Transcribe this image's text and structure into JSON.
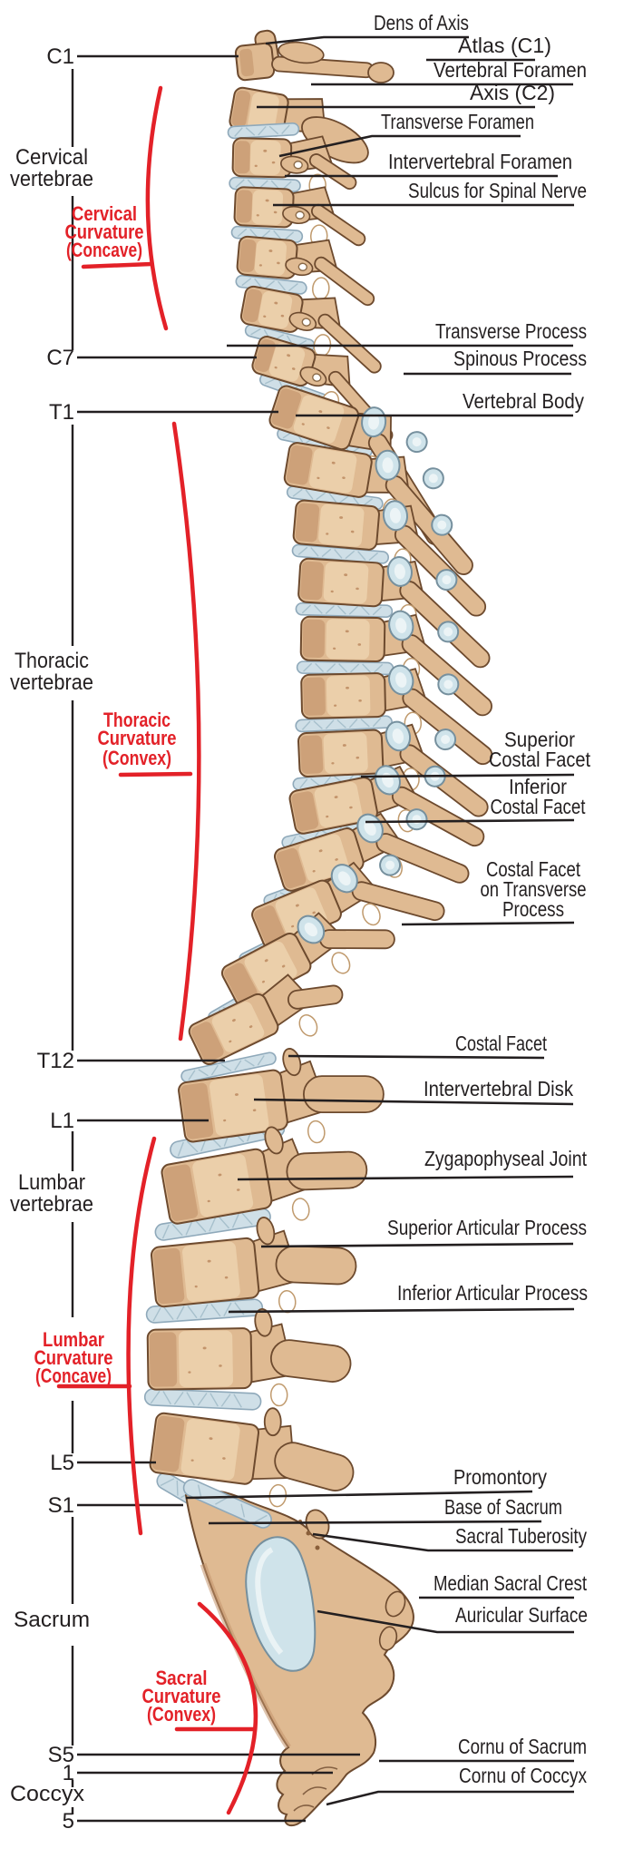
{
  "figure": {
    "kind": "anatomical-diagram",
    "view": "vertebral column, lateral view"
  },
  "colors": {
    "background": "#ffffff",
    "label_text": "#231f20",
    "leader_line": "#231f20",
    "curvature_red": "#e32128",
    "bone_fill": "#dfba92",
    "bone_highlight": "#eed4b0",
    "bone_shadow": "#c3946b",
    "bone_outline": "#6d4a2e",
    "disk_fill": "#cfdfe7",
    "disk_stroke": "#8fa9ba",
    "disk_hatch": "#a7c0cc",
    "facet_fill": "#cfe3ea",
    "facet_stroke": "#76909e",
    "facet_highlight": "#ecf4f6"
  },
  "left_markers": [
    {
      "id": "c1",
      "text": "C1"
    },
    {
      "id": "c7",
      "text": "C7"
    },
    {
      "id": "t1",
      "text": "T1"
    },
    {
      "id": "t12",
      "text": "T12"
    },
    {
      "id": "l1",
      "text": "L1"
    },
    {
      "id": "l5",
      "text": "L5"
    },
    {
      "id": "s1",
      "text": "S1"
    },
    {
      "id": "s5",
      "text": "S5"
    },
    {
      "id": "cx1",
      "text": "1"
    },
    {
      "id": "cx5",
      "text": "5"
    }
  ],
  "left_sections": [
    {
      "id": "cervical",
      "line1": "Cervical",
      "line2": "vertebrae"
    },
    {
      "id": "thoracic",
      "line1": "Thoracic",
      "line2": "vertebrae"
    },
    {
      "id": "lumbar",
      "line1": "Lumbar",
      "line2": "vertebrae"
    },
    {
      "id": "sacrum",
      "line1": "Sacrum"
    },
    {
      "id": "coccyx",
      "line1": "Coccyx"
    }
  ],
  "curvature_labels": [
    {
      "id": "cervical",
      "line1": "Cervical",
      "line2": "Curvature",
      "line3": "(Concave)"
    },
    {
      "id": "thoracic",
      "line1": "Thoracic",
      "line2": "Curvature",
      "line3": "(Convex)"
    },
    {
      "id": "lumbar",
      "line1": "Lumbar",
      "line2": "Curvature",
      "line3": "(Concave)"
    },
    {
      "id": "sacral",
      "line1": "Sacral",
      "line2": "Curvature",
      "line3": "(Convex)"
    }
  ],
  "right_labels": [
    {
      "id": "dens-of-axis",
      "text": "Dens of Axis"
    },
    {
      "id": "atlas-c1",
      "text": "Atlas (C1)"
    },
    {
      "id": "vertebral-foramen",
      "text": "Vertebral Foramen"
    },
    {
      "id": "axis-c2",
      "text": "Axis (C2)"
    },
    {
      "id": "transverse-foramen",
      "text": "Transverse Foramen"
    },
    {
      "id": "intervertebral-foramen",
      "text": "Intervertebral Foramen"
    },
    {
      "id": "sulcus-spinal-nerve",
      "text": "Sulcus for Spinal Nerve"
    },
    {
      "id": "transverse-process",
      "text": "Transverse Process"
    },
    {
      "id": "spinous-process",
      "text": "Spinous Process"
    },
    {
      "id": "vertebral-body",
      "text": "Vertebral Body"
    },
    {
      "id": "superior-costal-facet",
      "line1": "Superior",
      "line2": "Costal Facet"
    },
    {
      "id": "inferior-costal-facet",
      "line1": "Inferior",
      "line2": "Costal Facet"
    },
    {
      "id": "costal-facet-transverse",
      "line1": "Costal Facet",
      "line2": "on Transverse",
      "line3": "Process"
    },
    {
      "id": "costal-facet",
      "text": "Costal Facet"
    },
    {
      "id": "intervertebral-disk",
      "text": "Intervertebral Disk"
    },
    {
      "id": "zygapophyseal-joint",
      "text": "Zygapophyseal Joint"
    },
    {
      "id": "superior-articular",
      "text": "Superior Articular Process"
    },
    {
      "id": "inferior-articular",
      "text": "Inferior Articular Process"
    },
    {
      "id": "promontory",
      "text": "Promontory"
    },
    {
      "id": "base-of-sacrum",
      "text": "Base of Sacrum"
    },
    {
      "id": "sacral-tuberosity",
      "text": "Sacral Tuberosity"
    },
    {
      "id": "median-sacral-crest",
      "text": "Median Sacral Crest"
    },
    {
      "id": "auricular-surface",
      "text": "Auricular Surface"
    },
    {
      "id": "cornu-of-sacrum",
      "text": "Cornu of Sacrum"
    },
    {
      "id": "cornu-of-coccyx",
      "text": "Cornu of Coccyx"
    }
  ]
}
